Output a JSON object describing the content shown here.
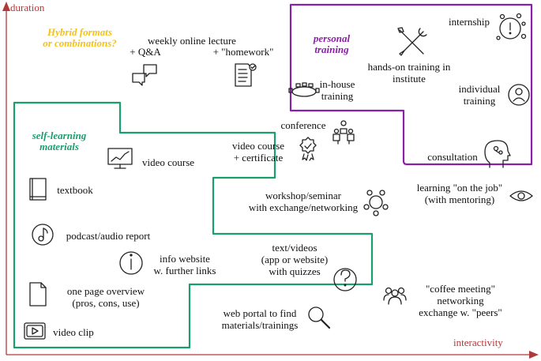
{
  "axes": {
    "y_label": "duration",
    "x_label": "interactivity"
  },
  "colors": {
    "axis": "#b03a3a",
    "personal": "#8a1fa8",
    "self": "#1a9e6e",
    "hybrid": "#f2c21b"
  },
  "groups": {
    "hybrid": {
      "line1": "Hybrid formats",
      "line2": "or combinations?"
    },
    "personal": {
      "line1": "personal",
      "line2": "training"
    },
    "self": {
      "line1": "self-learning",
      "line2": "materials"
    }
  },
  "items": {
    "weekly_lecture": {
      "line1": "weekly online lecture",
      "line2a": "+ Q&A",
      "line2b": "+ \"homework\""
    },
    "internship": {
      "label": "internship"
    },
    "hands_on": {
      "line1": "hands-on training in",
      "line2": "institute"
    },
    "in_house": {
      "line1": "in-house",
      "line2": "training"
    },
    "individual": {
      "line1": "individual",
      "line2": "training"
    },
    "conference": {
      "label": "conference"
    },
    "video_course": {
      "label": "video course"
    },
    "video_cert": {
      "line1": "video course",
      "line2": "+ certificate"
    },
    "consultation": {
      "label": "consultation"
    },
    "textbook": {
      "label": "textbook"
    },
    "workshop": {
      "line1": "workshop/seminar",
      "line2": "with exchange/networking"
    },
    "on_job": {
      "line1": "learning \"on the job\"",
      "line2": "(with mentoring)"
    },
    "podcast": {
      "label": "podcast/audio report"
    },
    "info_website": {
      "line1": "info website",
      "line2": "w. further links"
    },
    "text_videos": {
      "line1": "text/videos",
      "line2": "(app or website)",
      "line3": "with quizzes"
    },
    "one_page": {
      "line1": "one page overview",
      "line2": "(pros, cons, use)"
    },
    "coffee": {
      "line1": "\"coffee meeting\"",
      "line2": "networking",
      "line3": "exchange w. \"peers\""
    },
    "web_portal": {
      "line1": "web portal to find",
      "line2": "materials/trainings"
    },
    "video_clip": {
      "label": "video clip"
    }
  },
  "icons": [
    "chat-bubbles-icon",
    "checklist-document-icon",
    "idea-head-icon",
    "tools-icon",
    "meeting-table-icon",
    "person-circle-icon",
    "presenters-icon",
    "chart-screen-icon",
    "certificate-badge-icon",
    "brain-head-icon",
    "book-icon",
    "group-circle-icon",
    "eye-icon",
    "music-note-icon",
    "info-circle-icon",
    "question-circle-icon",
    "document-icon",
    "people-group-icon",
    "magnifier-icon",
    "video-play-icon"
  ]
}
